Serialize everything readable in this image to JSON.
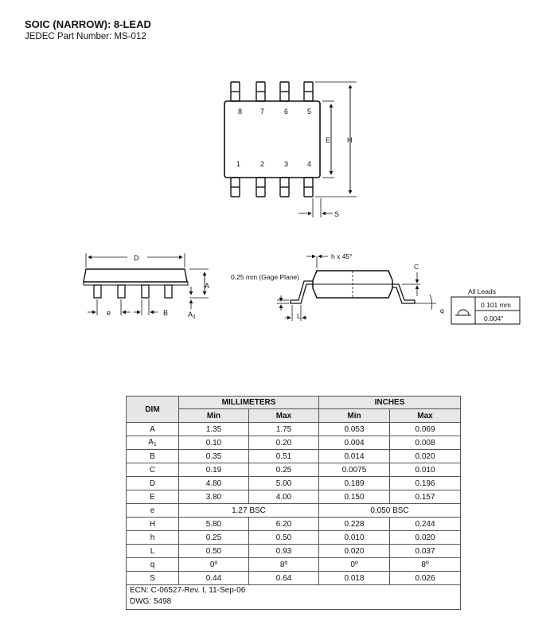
{
  "header": {
    "title": "SOIC (NARROW): 8-LEAD",
    "subtitle": "JEDEC Part Number: MS-012"
  },
  "top_view": {
    "pins_top": [
      "8",
      "7",
      "6",
      "5"
    ],
    "pins_bottom": [
      "1",
      "2",
      "3",
      "4"
    ],
    "label_E": "E",
    "label_H": "H",
    "label_S": "S"
  },
  "side_view": {
    "label_D": "D",
    "label_A": "A",
    "label_A1": "A",
    "label_A1_sub": "1",
    "label_e": "e",
    "label_B": "B"
  },
  "end_view": {
    "chamfer": "h x 45°",
    "gage_plane": "0.25 mm (Gage Plane)",
    "label_C": "C",
    "label_L": "L",
    "label_q": "q",
    "all_leads": "All Leads",
    "tol_mm": "0.101 mm",
    "tol_in": "0.004\""
  },
  "table": {
    "col_dim": "DIM",
    "group_mm": "MILLIMETERS",
    "group_in": "INCHES",
    "min": "Min",
    "max": "Max",
    "rows": [
      {
        "dim": "A",
        "mm_min": "1.35",
        "mm_max": "1.75",
        "in_min": "0.053",
        "in_max": "0.069"
      },
      {
        "dim": "A",
        "sub": "1",
        "mm_min": "0.10",
        "mm_max": "0.20",
        "in_min": "0.004",
        "in_max": "0.008"
      },
      {
        "dim": "B",
        "mm_min": "0.35",
        "mm_max": "0.51",
        "in_min": "0.014",
        "in_max": "0.020"
      },
      {
        "dim": "C",
        "mm_min": "0.19",
        "mm_max": "0.25",
        "in_min": "0.0075",
        "in_max": "0.010"
      },
      {
        "dim": "D",
        "mm_min": "4.80",
        "mm_max": "5.00",
        "in_min": "0.189",
        "in_max": "0.196"
      },
      {
        "dim": "E",
        "mm_min": "3.80",
        "mm_max": "4.00",
        "in_min": "0.150",
        "in_max": "0.157"
      },
      {
        "dim": "e",
        "mm_span": "1.27 BSC",
        "in_span": "0.050 BSC"
      },
      {
        "dim": "H",
        "mm_min": "5.80",
        "mm_max": "6.20",
        "in_min": "0.228",
        "in_max": "0.244"
      },
      {
        "dim": "h",
        "mm_min": "0.25",
        "mm_max": "0.50",
        "in_min": "0.010",
        "in_max": "0.020"
      },
      {
        "dim": "L",
        "mm_min": "0.50",
        "mm_max": "0.93",
        "in_min": "0.020",
        "in_max": "0.037"
      },
      {
        "dim": "q",
        "mm_min": "0º",
        "mm_max": "8º",
        "in_min": "0º",
        "in_max": "8º"
      },
      {
        "dim": "S",
        "mm_min": "0.44",
        "mm_max": "0.64",
        "in_min": "0.018",
        "in_max": "0.026"
      }
    ],
    "note_ecn": "ECN: C-06527-Rev. I, 11-Sep-06",
    "note_dwg": "DWG: 5498"
  }
}
